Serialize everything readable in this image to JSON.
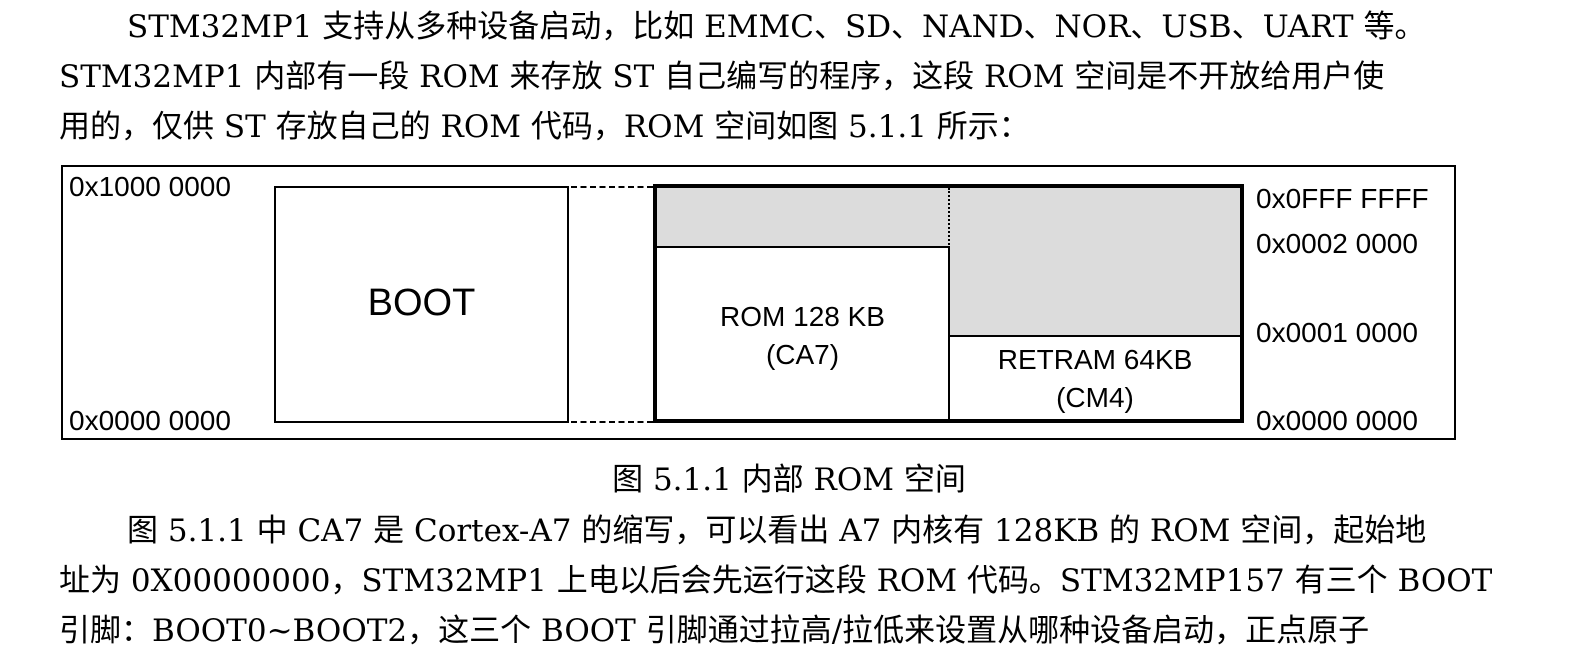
{
  "paragraph1": {
    "line1": "STM32MP1 支持从多种设备启动，比如 EMMC、SD、NAND、NOR、USB、UART 等。",
    "line2": "STM32MP1 内部有一段 ROM 来存放 ST 自己编写的程序，这段 ROM 空间是不开放给用户使",
    "line3": "用的，仅供 ST 存放自己的 ROM 代码，ROM 空间如图 5.1.1 所示："
  },
  "figure": {
    "left_top_addr": "0x1000 0000",
    "left_bottom_addr": "0x0000 0000",
    "boot_label": "BOOT",
    "rom_label_1": "ROM 128 KB",
    "rom_label_2": "(CA7)",
    "retram_label_1": "RETRAM 64KB",
    "retram_label_2": "(CM4)",
    "right_addrs": [
      "0x0FFF FFFF",
      "0x0002 0000",
      "0x0001 0000",
      "0x0000 0000"
    ],
    "gray_color": "#dcdcdc"
  },
  "caption": "图 5.1.1  内部 ROM 空间",
  "paragraph2": {
    "line1": "图 5.1.1 中 CA7 是 Cortex-A7 的缩写，可以看出 A7 内核有 128KB 的 ROM 空间，起始地",
    "line2": "址为 0X00000000，STM32MP1 上电以后会先运行这段 ROM 代码。STM32MP157 有三个 BOOT",
    "line3": "引脚：BOOT0~BOOT2，这三个  BOOT  引脚通过拉高/拉低来设置从哪种设备启动，正点原子"
  }
}
